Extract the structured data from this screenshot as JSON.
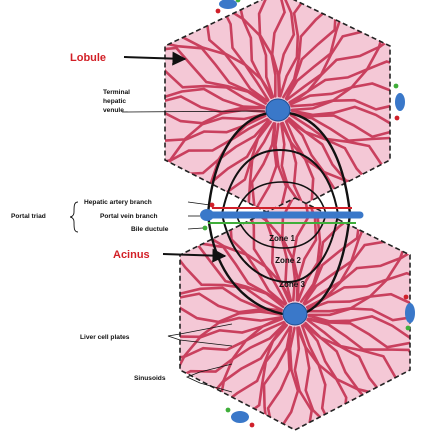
{
  "labels": {
    "lobule": "Lobule",
    "terminal_hepatic_venule": [
      "Terminal",
      "hepatic",
      "venule"
    ],
    "hepatic_artery_branch": "Hepatic artery branch",
    "portal_triad": "Portal triad",
    "portal_vein_branch": "Portal vein branch",
    "bile_ductule": "Bile ductule",
    "acinus": "Acinus",
    "zone_1": "Zone 1",
    "zone_2": "Zone 2",
    "zone_3": "Zone 3",
    "liver_cell_plates": "Liver cell plates",
    "sinusoids": "Sinusoids"
  },
  "colors": {
    "lobule_fill": "#f4c8d6",
    "cell_plate": "#c9405e",
    "vein_blue": "#3a78c9",
    "artery_red": "#d0202a",
    "bile_green": "#3fae3a",
    "lobule_label": "#d21f26",
    "acinus_label": "#d21f26",
    "text_dark": "#111111"
  }
}
